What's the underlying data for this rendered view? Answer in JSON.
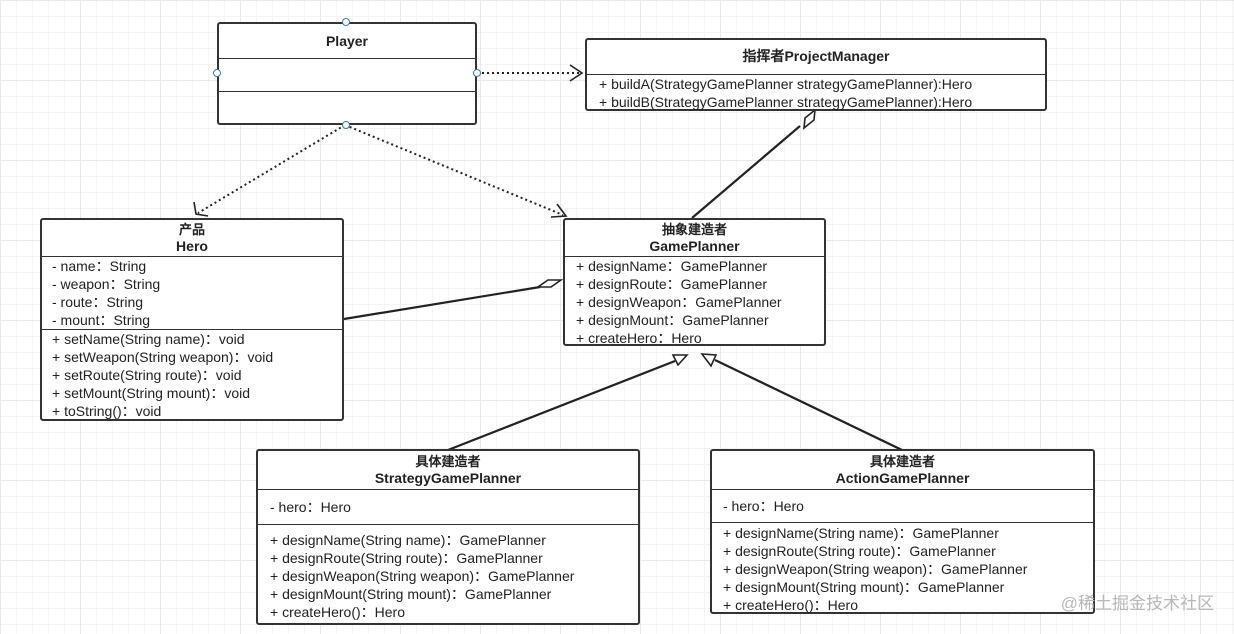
{
  "classes": {
    "player": {
      "name": "Player",
      "attributes": [],
      "methods": []
    },
    "project_manager": {
      "name": "指挥者ProjectManager",
      "methods": [
        "+ buildA(StrategyGamePlanner strategyGamePlanner):Hero",
        "+ buildB(StrategyGamePlanner strategyGamePlanner):Hero"
      ]
    },
    "hero": {
      "stereotype": "产品",
      "name": "Hero",
      "attributes": [
        "- name：String",
        "- weapon：String",
        "- route：String",
        "- mount：String"
      ],
      "methods": [
        "+ setName(String name)：void",
        "+ setWeapon(String weapon)：void",
        "+ setRoute(String route)：void",
        "+ setMount(String mount)：void",
        "+ toString()：void"
      ]
    },
    "game_planner": {
      "stereotype": "抽象建造者",
      "name": "GamePlanner",
      "methods": [
        "+ designName：GamePlanner",
        "+ designRoute：GamePlanner",
        "+ designWeapon：GamePlanner",
        "+ designMount：GamePlanner",
        "+ createHero：Hero"
      ]
    },
    "strategy_game_planner": {
      "stereotype": "具体建造者",
      "name": "StrategyGamePlanner",
      "attributes": [
        "- hero：Hero"
      ],
      "methods": [
        "+ designName(String name)：GamePlanner",
        "+ designRoute(String route)：GamePlanner",
        "+ designWeapon(String weapon)：GamePlanner",
        "+ designMount(String mount)：GamePlanner",
        "+ createHero()：Hero"
      ]
    },
    "action_game_planner": {
      "stereotype": "具体建造者",
      "name": "ActionGamePlanner",
      "attributes": [
        "- hero：Hero"
      ],
      "methods": [
        "+ designName(String name)：GamePlanner",
        "+ designRoute(String route)：GamePlanner",
        "+ designWeapon(String weapon)：GamePlanner",
        "+ designMount(String mount)：GamePlanner",
        "+ createHero()：Hero"
      ]
    }
  },
  "relations": [
    {
      "from": "player",
      "to": "project_manager",
      "kind": "dependency"
    },
    {
      "from": "player",
      "to": "hero",
      "kind": "dependency"
    },
    {
      "from": "player",
      "to": "game_planner",
      "kind": "dependency"
    },
    {
      "from": "game_planner",
      "to": "project_manager",
      "kind": "aggregation"
    },
    {
      "from": "hero",
      "to": "game_planner",
      "kind": "aggregation"
    },
    {
      "from": "strategy_game_planner",
      "to": "game_planner",
      "kind": "generalization"
    },
    {
      "from": "action_game_planner",
      "to": "game_planner",
      "kind": "generalization"
    }
  ],
  "watermark": "@稀土掘金技术社区"
}
